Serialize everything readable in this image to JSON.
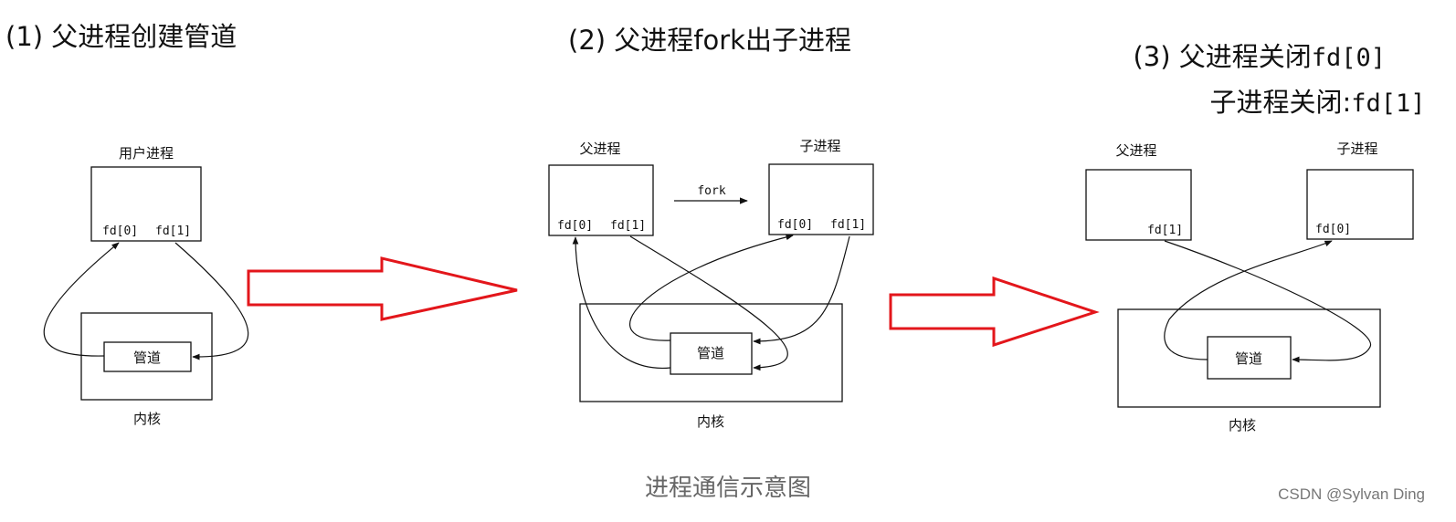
{
  "headings": {
    "step1": "(1) 父进程创建管道",
    "step2": "(2) 父进程fork出子进程",
    "step3_line1_prefix": "(3) 父进程关闭",
    "step3_line1_fd": "fd[0]",
    "step3_line2_prefix": "子进程关闭:",
    "step3_line2_fd": "fd[1]"
  },
  "panel1": {
    "process_label": "用户进程",
    "fd0": "fd[0]",
    "fd1": "fd[1]",
    "pipe": "管道",
    "kernel": "内核"
  },
  "panel2": {
    "parent_label": "父进程",
    "child_label": "子进程",
    "fork": "fork",
    "parent_fd0": "fd[0]",
    "parent_fd1": "fd[1]",
    "child_fd0": "fd[0]",
    "child_fd1": "fd[1]",
    "pipe": "管道",
    "kernel": "内核"
  },
  "panel3": {
    "parent_label": "父进程",
    "child_label": "子进程",
    "parent_fd": "fd[1]",
    "child_fd": "fd[0]",
    "pipe": "管道",
    "kernel": "内核"
  },
  "caption": "进程通信示意图",
  "watermark": "CSDN @Sylvan Ding",
  "colors": {
    "arrow": "#e3161b",
    "line": "#111111",
    "caption": "#666666"
  }
}
